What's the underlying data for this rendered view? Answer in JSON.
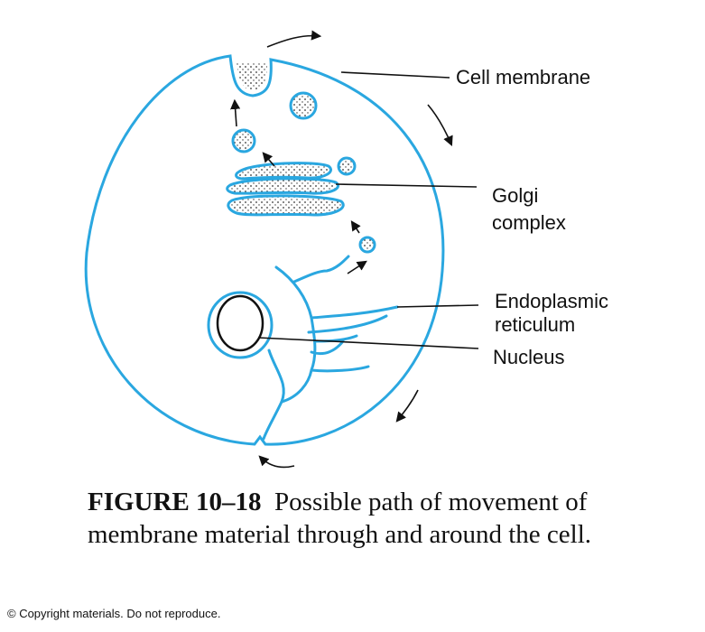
{
  "labels": {
    "cell_membrane": "Cell membrane",
    "golgi_line1": "Golgi",
    "golgi_line2": "complex",
    "er_line1": "Endoplasmic",
    "er_line2": "reticulum",
    "nucleus": "Nucleus"
  },
  "caption": {
    "number": "FIGURE 10–18",
    "text": "Possible path of movement of membrane material through and around the cell."
  },
  "copyright": "© Copyright materials. Do not reproduce.",
  "colors": {
    "membrane": "#2aa7e0",
    "ink": "#111111"
  }
}
